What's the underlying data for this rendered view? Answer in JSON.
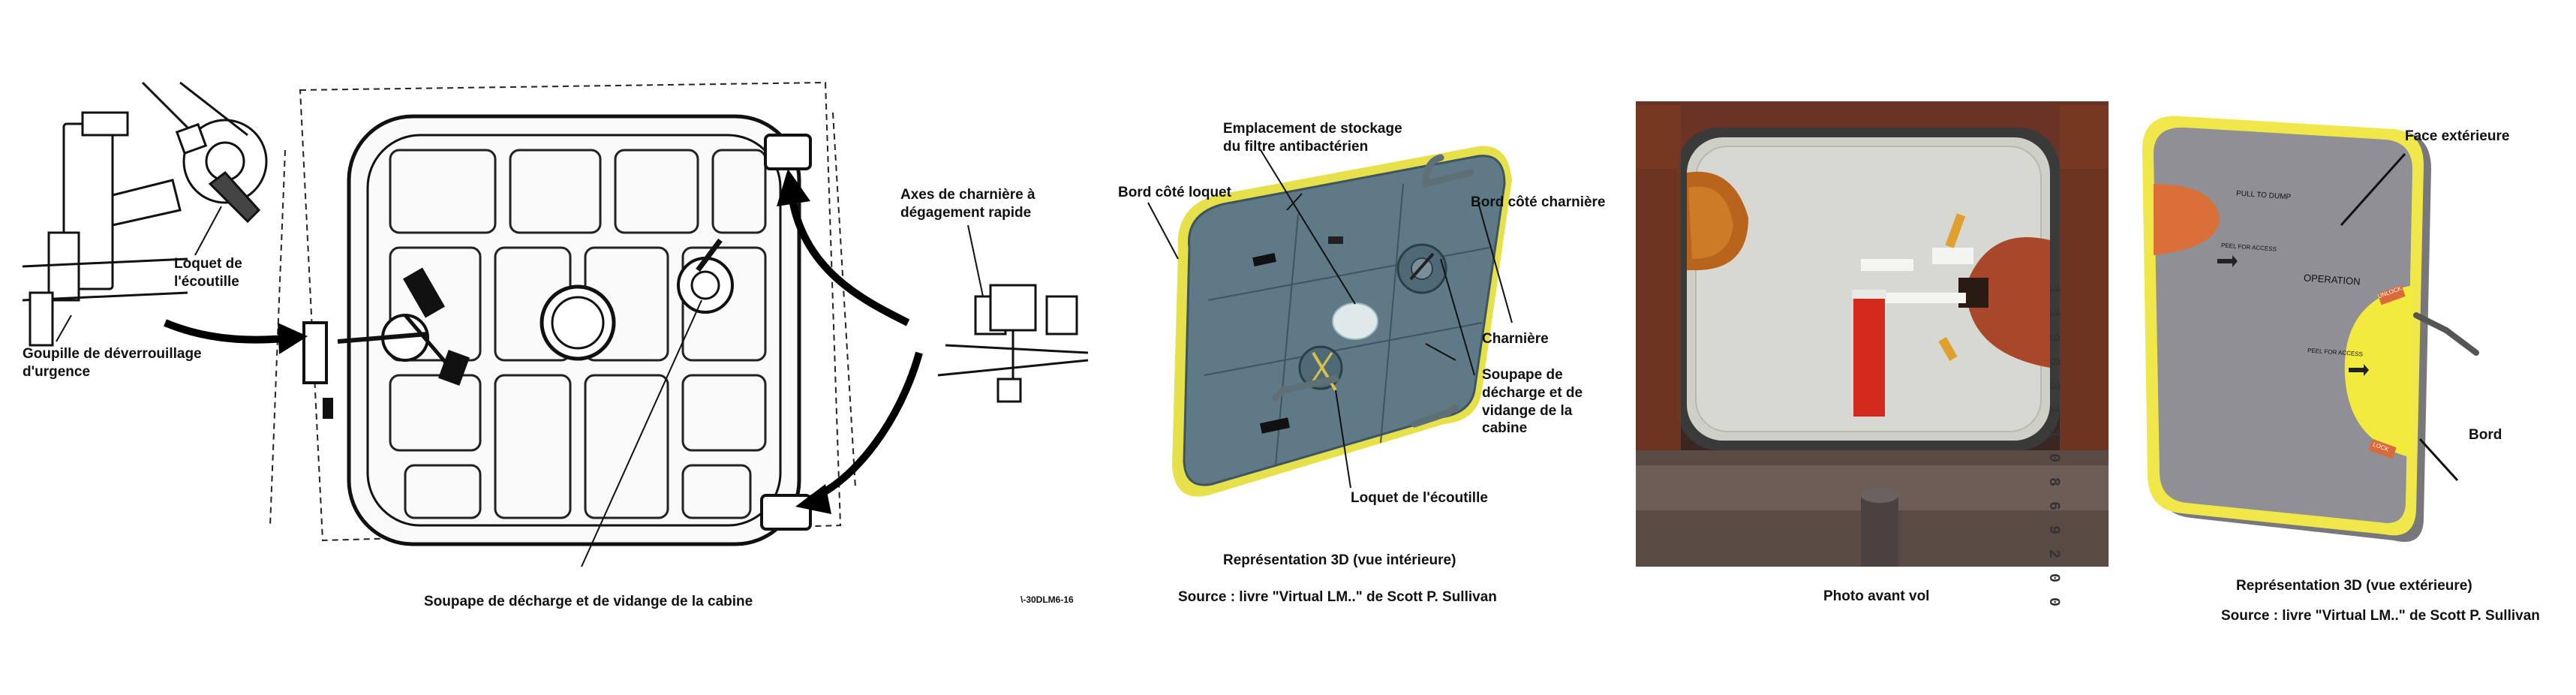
{
  "panel1": {
    "labels": {
      "emergency_pin": "Goupille de déverrouillage\nd'urgence",
      "hatch_latch": "Loquet de\nl'écoutille",
      "hinge_pins": "Axes de charnière à\ndégagement rapide",
      "dump_valve": "Soupape de décharge et de vidange de la cabine",
      "drawing_code": "\\-30DLM6-16"
    }
  },
  "panel2": {
    "labels": {
      "filter_storage": "Emplacement de stockage\ndu filtre antibactérien",
      "latch_edge": "Bord côté loquet",
      "hinge_edge": "Bord côté charnière",
      "hinge": "Charnière",
      "dump_valve": "Soupape de\ndécharge et de\nvidange de la\ncabine",
      "hatch_latch": "Loquet de l'écoutille"
    },
    "caption": "Représentation 3D (vue intérieure)",
    "source": "Source : livre \"Virtual LM..\" de Scott P. Sullivan"
  },
  "panel3": {
    "caption": "Photo avant vol",
    "film_number": "1 1 9 0 3 1 1 0 8 6 9 2 0 0"
  },
  "panel4": {
    "labels": {
      "outer_face": "Face extérieure",
      "edge": "Bord"
    },
    "decals": {
      "pull_to_dump": "PULL TO DUMP",
      "peel_for_access_1": "PEEL FOR ACCESS",
      "peel_for_access_2": "PEEL FOR ACCESS",
      "operation": "OPERATION",
      "unlock": "UNLOCK",
      "lock": "LOCK"
    },
    "caption": "Représentation 3D (vue extérieure)",
    "source": "Source : livre \"Virtual LM..\" de Scott P. Sullivan"
  },
  "colors": {
    "hatch_grey": "#5f7a86",
    "hatch_grey_dark": "#3d5560",
    "yellow_edge": "#e6e04a",
    "exterior_grey": "#8f8f95",
    "orange_pad": "#d9703a",
    "yellow_pad": "#f2ea3c",
    "red_tag": "#d42a1e"
  }
}
